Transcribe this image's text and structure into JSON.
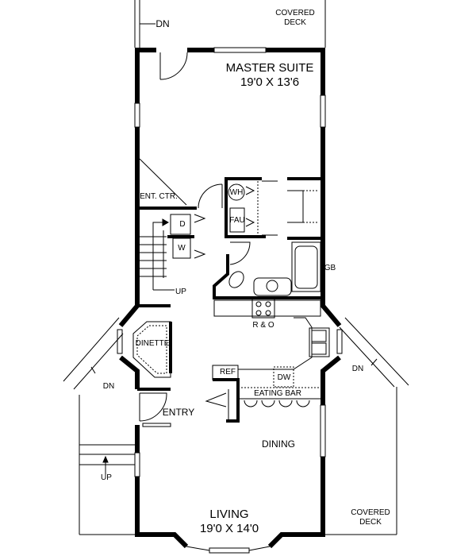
{
  "rooms": {
    "master_suite": {
      "name": "MASTER SUITE",
      "size": "19'0 X 13'6"
    },
    "living": {
      "name": "LIVING",
      "size": "19'0 X 14'0"
    },
    "dining": "DINING",
    "entry": "ENTRY",
    "dinette": "DINETTE",
    "eating_bar": "EATING BAR",
    "ent_ctr": "ENT. CTR.",
    "covered_deck_top": [
      "COVERED",
      "DECK"
    ],
    "covered_deck_right": [
      "COVERED",
      "DECK"
    ]
  },
  "fixtures": {
    "wh": "WH",
    "fau": "FAU",
    "dryer": "D",
    "washer": "W",
    "range_oven": "R & O",
    "ref": "REF",
    "dw": "DW",
    "gb": "GB"
  },
  "stairs": {
    "top_dn": "DN",
    "interior_up": "UP",
    "left_dn": "DN",
    "left_up": "UP",
    "right_dn": "DN"
  },
  "colors": {
    "wall": "#000000",
    "background": "#ffffff"
  }
}
